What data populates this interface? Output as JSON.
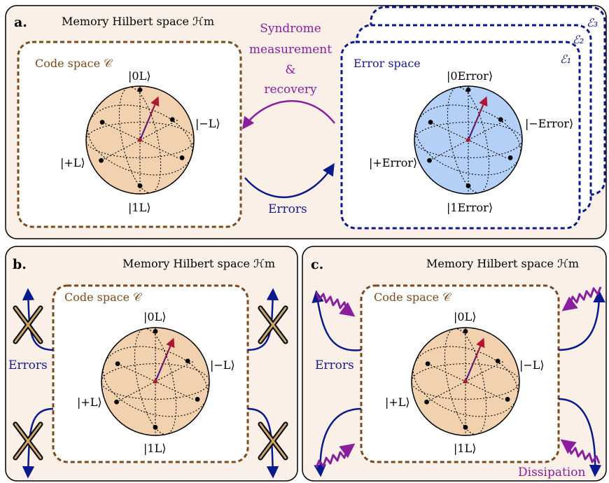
{
  "colors": {
    "panel_bg": "#faf0e8",
    "code_border": "#7a4a1c",
    "error_border": "#0a1a8c",
    "code_sphere": "#f2d2ae",
    "error_sphere": "#b4d0f6",
    "recovery_arrow": "#8a1e9c",
    "error_arrow": "#0a1a8c",
    "state_vector": "#7a1e5c",
    "dissipation": "#8a1e9c",
    "text_code": "#7a4a1c",
    "text_blue": "#1a1a8c",
    "text_purple": "#8a1e9c"
  },
  "panel_a": {
    "label": "a.",
    "title": "Memory Hilbert space ℋm",
    "code_space": "Code space 𝒞",
    "error_space": "Error space",
    "code_states": {
      "top": "|0L⟩",
      "bottom": "|1L⟩",
      "right": "|−L⟩",
      "left": "|+L⟩"
    },
    "error_states": {
      "top": "|0Error⟩",
      "bottom": "|1Error⟩",
      "right": "|−Error⟩",
      "left": "|+Error⟩"
    },
    "recovery_label": [
      "Syndrome",
      "measurement",
      "&",
      "recovery"
    ],
    "errors_label": "Errors",
    "error_spaces": [
      "ℰ₁",
      "ℰ₂",
      "ℰ₃"
    ]
  },
  "panel_b": {
    "label": "b.",
    "title": "Memory Hilbert space ℋm",
    "code_space": "Code space 𝒞",
    "states": {
      "top": "|0L⟩",
      "bottom": "|1L⟩",
      "right": "|−L⟩",
      "left": "|+L⟩"
    },
    "errors_label": "Errors"
  },
  "panel_c": {
    "label": "c.",
    "title": "Memory Hilbert space ℋm",
    "code_space": "Code space 𝒞",
    "states": {
      "top": "|0L⟩",
      "bottom": "|1L⟩",
      "right": "|−L⟩",
      "left": "|+L⟩"
    },
    "errors_label": "Errors",
    "dissipation_label": "Dissipation"
  }
}
